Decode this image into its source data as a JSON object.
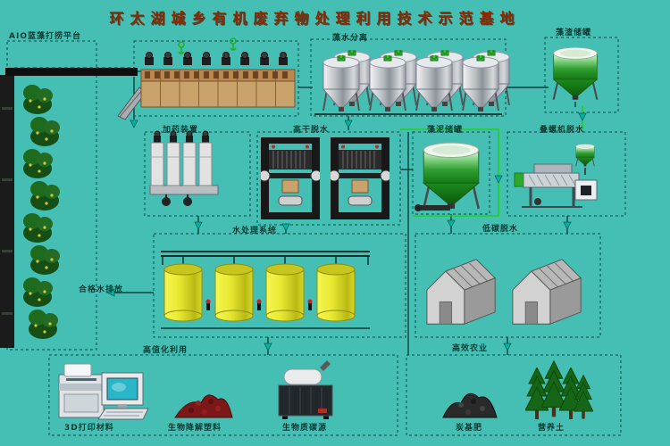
{
  "title": "环太湖城乡有机废弃物处理利用技术示范基地",
  "labels": {
    "platform": "AIO蓝藻打捞平台",
    "algae_separation": "藻水分离",
    "residue_tank": "藻渣储罐",
    "dosing": "加药装置",
    "dewatering": "高干脱水",
    "mud_tank": "藻泥储罐",
    "screw_press": "叠螺机脱水",
    "water_treatment": "水处理系统",
    "low_carbon_drying": "低碳脱水",
    "water_discharge": "合格水排放",
    "high_value_use": "高值化利用",
    "agriculture": "高效农业",
    "printing_3d": "3D打印材料",
    "bio_plastic": "生物降解塑料",
    "biomass_carbon": "生物质碳源",
    "carbon_fertilizer": "炭基肥",
    "nutrient_soil": "营养土"
  },
  "colors": {
    "background": "#45BFB4",
    "title_text": "#8B2A00",
    "label_text": "#0B3C34",
    "dashed_border": "#0D4A44",
    "pipe_dark": "#123F39",
    "pipe_green": "#1ED21E",
    "arrow_teal": "#00B3A3",
    "tank_yellow": "#E8E832",
    "tank_green": "#2F9E2F",
    "building_tan": "#CAA26B"
  }
}
